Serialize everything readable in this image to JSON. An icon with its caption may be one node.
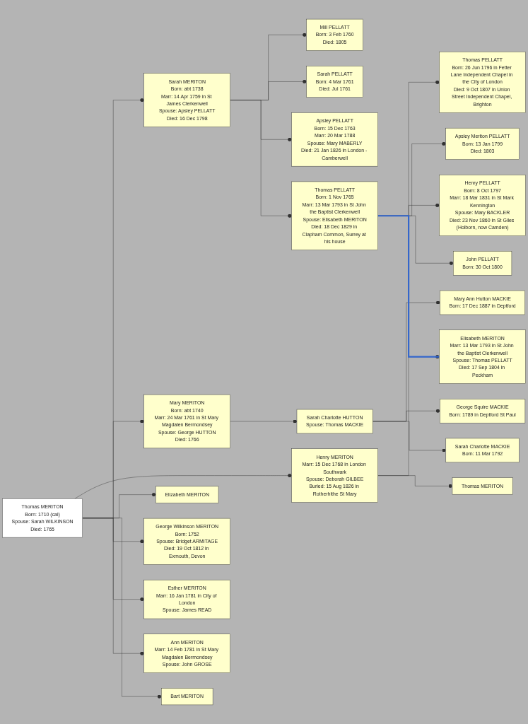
{
  "diagram": {
    "nodes": [
      {
        "text": [
          "Thomas MERITON",
          "Born: 1710 (cal)",
          "Spouse: Sarah WILKINSON",
          "Died: 1765"
        ]
      },
      {
        "text": [
          "Sarah MERITON",
          "Born: abt 1738",
          "Marr: 14 Apr 1759 in St James Clerkenwell",
          "Spouse: Apsley PELLATT",
          "Died: 16 Dec 1798"
        ]
      },
      {
        "text": [
          "Mary MERITON",
          "Born: abt 1740",
          "Marr: 24 Mar 1761 in St Mary Magdalen Bermondsey",
          "Spouse: George HUTTON",
          "Died: 1766"
        ]
      },
      {
        "text": [
          "Henry MERITON",
          "Marr: 15 Dec 1768 in London Southwark",
          "Spouse: Deborah GILBEE",
          "Buried: 15 Aug 1826 in Rotherhithe St Mary"
        ]
      },
      {
        "text": [
          "Elizabeth MERITON"
        ]
      },
      {
        "text": [
          "George Wilkinson MERITON",
          "Born: 1752",
          "Spouse: Bridget ARMITAGE",
          "Died: 19 Oct 1812 in Exmouth, Devon"
        ]
      },
      {
        "text": [
          "Esther MERITON",
          "Marr: 16 Jan 1781 in City of London",
          "Spouse: James READ"
        ]
      },
      {
        "text": [
          "Ann MERITON",
          "Marr: 14 Feb 1781 in St Mary Magdalen Bermondsey",
          "Spouse: John GROSE"
        ]
      },
      {
        "text": [
          "Bart MERITON"
        ]
      },
      {
        "text": [
          "Mill PELLATT",
          "Born: 3 Feb 1760",
          "Died: 1805"
        ]
      },
      {
        "text": [
          "Sarah PELLATT",
          "Born: 4 Mar 1761",
          "Died: Jul 1761"
        ]
      },
      {
        "text": [
          "Apsley PELLATT",
          "Born: 15 Dec 1763",
          "Marr: 20 Mar 1788",
          "Spouse: Mary MABERLY",
          "Died: 21 Jan 1826 in London - Camberwell"
        ]
      },
      {
        "text": [
          "Thomas PELLATT",
          "Born: 1 Nov 1765",
          "Marr: 13 Mar 1793 in St John the Baptist Clerkenwell",
          "Spouse: Elisabeth MERITON",
          "Died: 18 Dec 1829 in Clapham Common, Surrey at his house"
        ]
      },
      {
        "text": [
          "Sarah Charlotte HUTTON",
          "Spouse: Thomas MACKIE"
        ]
      },
      {
        "text": [
          "Elisabeth MERITON",
          "Marr: 13 Mar 1793 in St John the Baptist Clerkenwell",
          "Spouse: Thomas PELLATT",
          "Died: 17 Sep 1804 in Peckham"
        ]
      },
      {
        "text": [
          "Thomas MERITON"
        ]
      },
      {
        "text": [
          "Thomas PELLATT",
          "Born: 26 Jun 1796 in Fetter Lane Independent Chapel in the City of London",
          "Died: 9 Oct 1807 in Union Street Independent Chapel, Brighton"
        ]
      },
      {
        "text": [
          "Apsley Meriton PELLATT",
          "Born: 13 Jan 1799",
          "Died: 1803"
        ]
      },
      {
        "text": [
          "Henry PELLATT",
          "Born: 8 Oct 1797",
          "Marr: 18 Mar 1831 in St Mark Kennington",
          "Spouse: Mary BACKLER",
          "Died: 23 Nov 1860 in St Giles (Holborn, now Camden)"
        ]
      },
      {
        "text": [
          "John PELLATT",
          "Born: 30 Oct 1800"
        ]
      },
      {
        "text": [
          "Mary Ann Hutton MACKIE",
          "Born: 17 Dec 1887 in Deptford"
        ]
      },
      {
        "text": [
          "George Squire MACKIE",
          "Born: 1789 in Deptford St Paul"
        ]
      },
      {
        "text": [
          "Sarah Charlotte MACKIE",
          "Born: 11 Mar 1792"
        ]
      }
    ],
    "edges": [
      {
        "from": 0,
        "to": 1,
        "arrow": "other"
      },
      {
        "from": 0,
        "to": 2,
        "arrow": "other"
      },
      {
        "from": 0,
        "to": 3,
        "arrow": "other"
      },
      {
        "from": 0,
        "to": 4,
        "arrow": "other"
      },
      {
        "from": 0,
        "to": 5,
        "arrow": "other"
      },
      {
        "from": 0,
        "to": 6,
        "arrow": "other"
      },
      {
        "from": 0,
        "to": 7,
        "arrow": "other"
      },
      {
        "from": 0,
        "to": 8,
        "arrow": "other"
      },
      {
        "from": 1,
        "to": 9,
        "arrow": "other"
      },
      {
        "from": 1,
        "to": 10,
        "arrow": "other"
      },
      {
        "from": 1,
        "to": 11,
        "arrow": "other"
      },
      {
        "from": 1,
        "to": 12,
        "arrow": "other"
      },
      {
        "from": 2,
        "to": 13,
        "arrow": "other"
      },
      {
        "from": 3,
        "to": 14,
        "arrow": "other"
      },
      {
        "from": 3,
        "to": 15,
        "arrow": "other"
      },
      {
        "from": 12,
        "to": 16,
        "arrow": "other"
      },
      {
        "from": 12,
        "to": 17,
        "arrow": "other"
      },
      {
        "from": 12,
        "to": 18,
        "arrow": "other"
      },
      {
        "from": 12,
        "to": 19,
        "arrow": "other"
      },
      {
        "from": 13,
        "to": 20,
        "arrow": "other"
      },
      {
        "from": 13,
        "to": 21,
        "arrow": "other"
      },
      {
        "from": 13,
        "to": 22,
        "arrow": "other"
      },
      {
        "from": 12,
        "to": 14,
        "arrow": "none",
        "style": "thick",
        "color": "#3366cc"
      }
    ]
  }
}
